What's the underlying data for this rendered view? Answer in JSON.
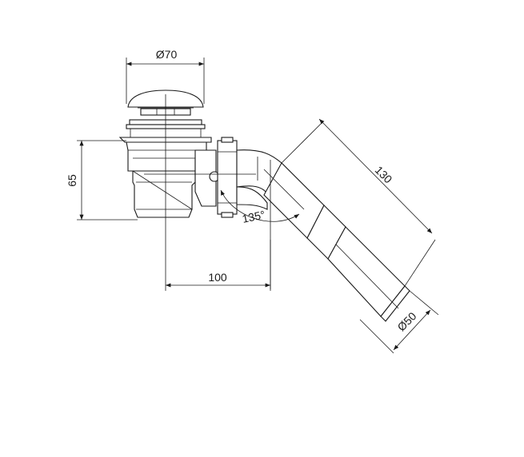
{
  "dimensions": {
    "top_diameter": "Ø70",
    "height": "65",
    "horizontal_offset": "100",
    "angle": "135°",
    "pipe_length": "130",
    "pipe_diameter": "Ø50"
  }
}
